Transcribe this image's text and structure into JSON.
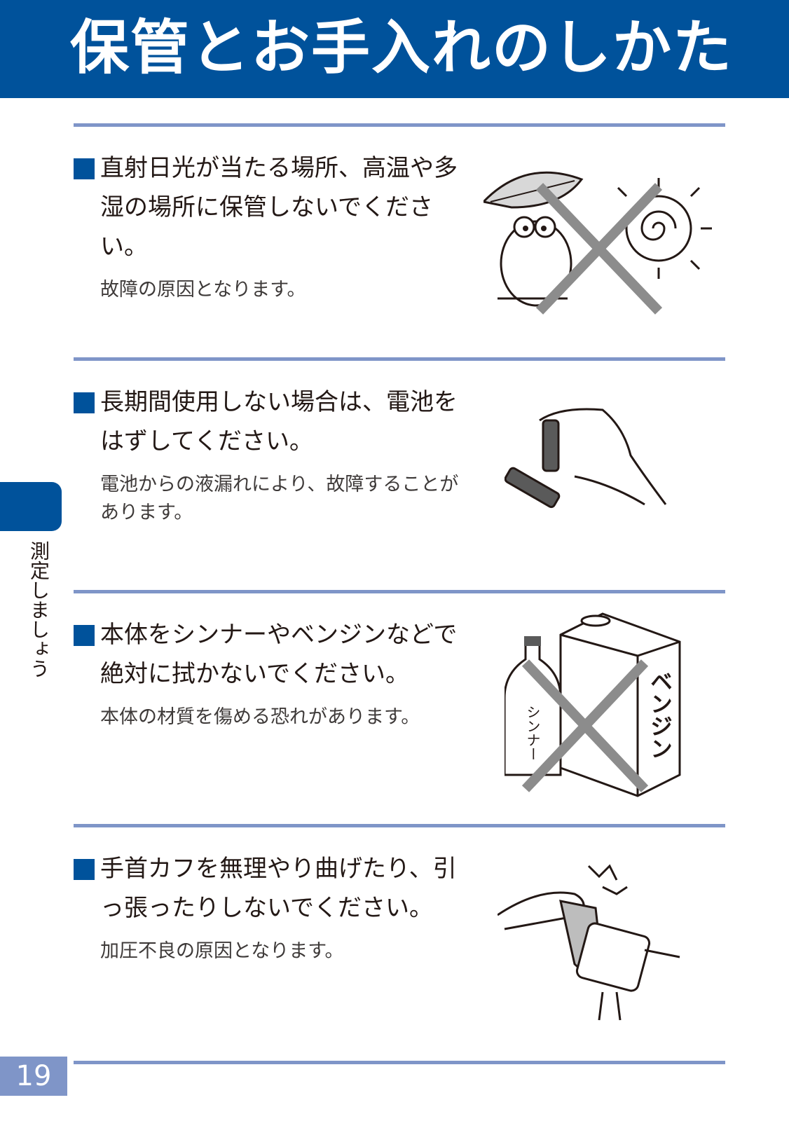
{
  "page": {
    "title": "保管とお手入れのしかた",
    "side_label": "測定しましょう",
    "page_number": "19"
  },
  "sections": [
    {
      "heading": "直射日光が当たる場所、高温や多湿の場所に保管しないでください。",
      "note": "故障の原因となります。"
    },
    {
      "heading": "長期間使用しない場合は、電池をはずしてください。",
      "note": "電池からの液漏れにより、故障することがあります。"
    },
    {
      "heading": "本体をシンナーやベンジンなどで絶対に拭かないでください。",
      "note": "本体の材質を傷める恐れがあります。"
    },
    {
      "heading": "手首カフを無理やり曲げたり、引っ張ったりしないでください。",
      "note": "加圧不良の原因となります。"
    }
  ],
  "illustrations": {
    "bottle_label": "シンナー",
    "can_label": "ベンジン"
  },
  "colors": {
    "primary_blue": "#00529b",
    "rule_blue": "#7f95c8",
    "prohibit_gray": "#8c8c8c"
  }
}
